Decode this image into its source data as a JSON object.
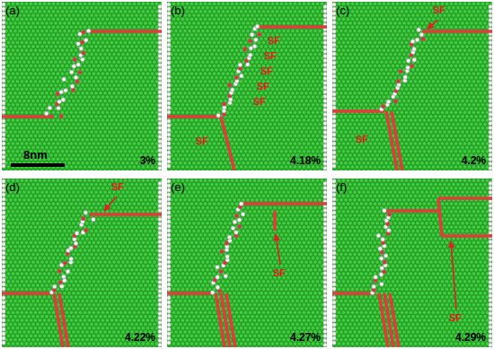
{
  "diagram": {
    "nodes": [
      {
        "text": [
          "(a)",
          "8nm",
          "3%"
        ]
      },
      {
        "text": [
          "(b)",
          "SF",
          "SF",
          "SF",
          "SF",
          "SF",
          "SF",
          "4.18%"
        ]
      },
      {
        "text": [
          "(c)",
          "SF",
          "SF",
          "4.2%"
        ]
      },
      {
        "text": [
          "(d)",
          "SF",
          "4.22%"
        ]
      },
      {
        "text": [
          "(e)",
          "SF",
          "4.27%"
        ]
      },
      {
        "text": [
          "(f)",
          "SF",
          "4.29%"
        ]
      }
    ]
  }
}
